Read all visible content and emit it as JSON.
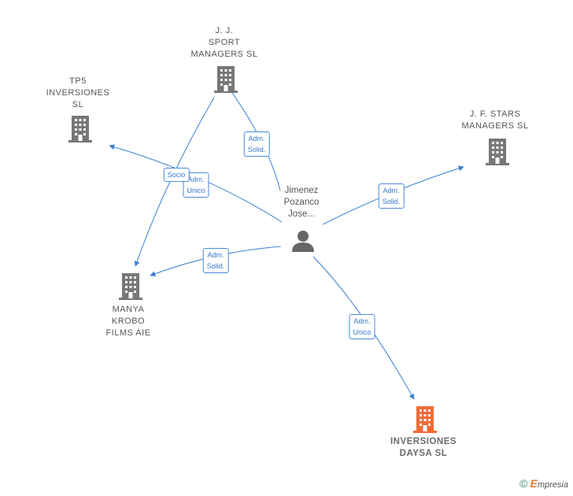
{
  "nodes": {
    "jj_sport": {
      "label": "J. J.\nSPORT\nMANAGERS SL",
      "color": "#777777"
    },
    "tp5": {
      "label": "TP5\nINVERSIONES\nSL",
      "color": "#777777"
    },
    "jf_stars": {
      "label": "J. F. STARS\nMANAGERS SL",
      "color": "#777777"
    },
    "manya": {
      "label": "MANYA\nKROBO\nFILMS AIE",
      "color": "#777777"
    },
    "daysa": {
      "label": "INVERSIONES\nDAYSA SL",
      "color": "#f26a35"
    },
    "person": {
      "label": "Jimenez\nPozanco\nJose...",
      "color": "#666666"
    }
  },
  "edges": {
    "adm_solid_jj": "Adm.\nSolid.",
    "socio": "Socio",
    "adm_unico_left": "Adm.\nUnico",
    "adm_solid_jf": "Adm.\nSolid.",
    "adm_solid_manya": "Adm.\nSolid.",
    "adm_unico_daysa": "Adm.\nUnico"
  },
  "colors": {
    "edge": "#3a80d2",
    "building": "#777777",
    "highlight": "#f26a35"
  },
  "footer": {
    "copyright": "©",
    "brand_e": "E",
    "brand_rest": "mpresia"
  }
}
